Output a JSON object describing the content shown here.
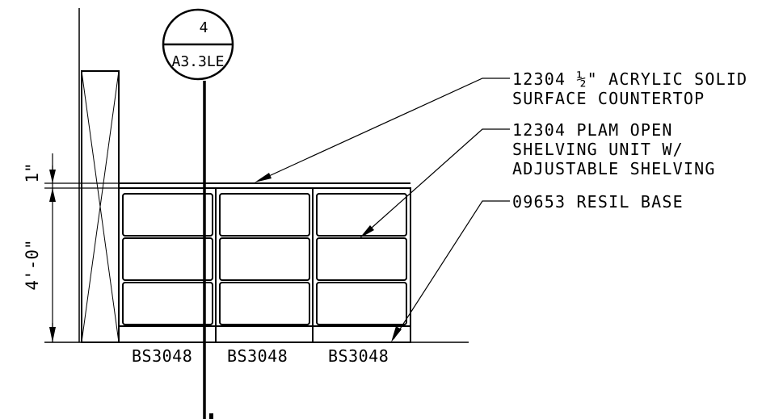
{
  "section_marker": {
    "number": "4",
    "sheet": "A3.3LE"
  },
  "dimensions": {
    "countertop_thickness": "1\"",
    "cabinet_height": "4'-0\""
  },
  "callouts": [
    {
      "id": "countertop",
      "lines": [
        "12304 ½\" ACRYLIC SOLID",
        "SURFACE COUNTERTOP"
      ]
    },
    {
      "id": "shelving",
      "lines": [
        "12304 PLAM OPEN",
        "SHELVING UNIT W/",
        "ADJUSTABLE SHELVING"
      ]
    },
    {
      "id": "base",
      "lines": [
        "09653 RESIL BASE"
      ]
    }
  ],
  "cabinet_tags": [
    "BS3048",
    "BS3048",
    "BS3048"
  ]
}
